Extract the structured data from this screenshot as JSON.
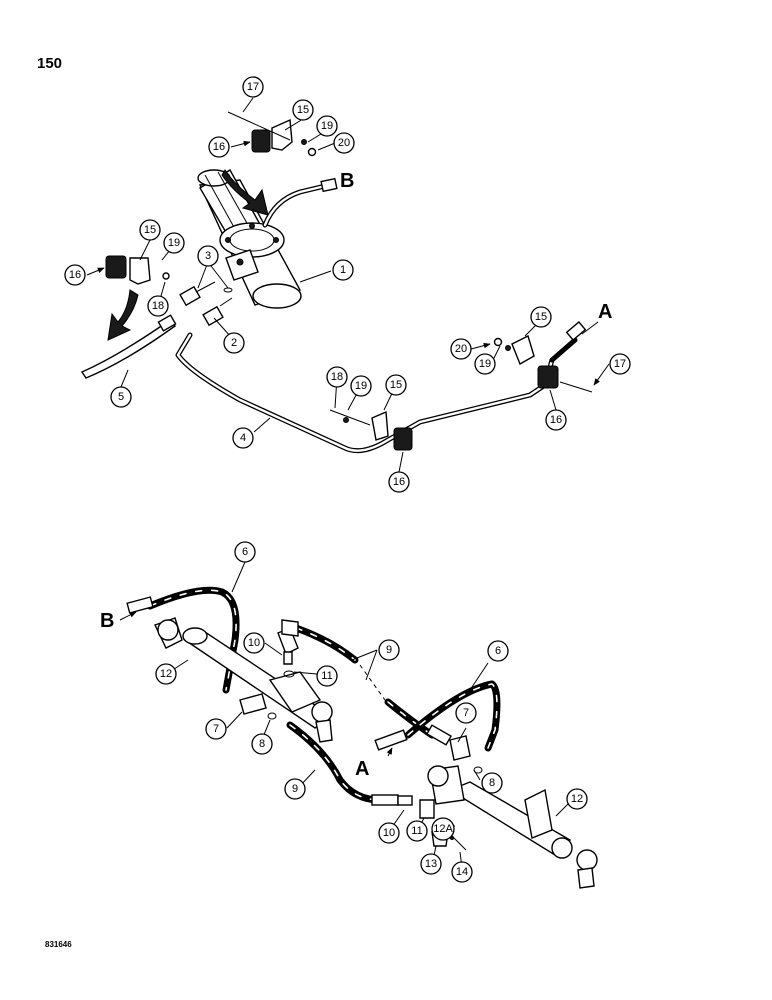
{
  "page": {
    "number": "150",
    "code": "831646"
  },
  "connections": {
    "a": "A",
    "b": "B"
  },
  "callouts": [
    "1",
    "2",
    "3",
    "4",
    "5",
    "6",
    "7",
    "8",
    "9",
    "10",
    "11",
    "12",
    "12A",
    "13",
    "14",
    "15",
    "16",
    "17",
    "18",
    "19",
    "20"
  ]
}
